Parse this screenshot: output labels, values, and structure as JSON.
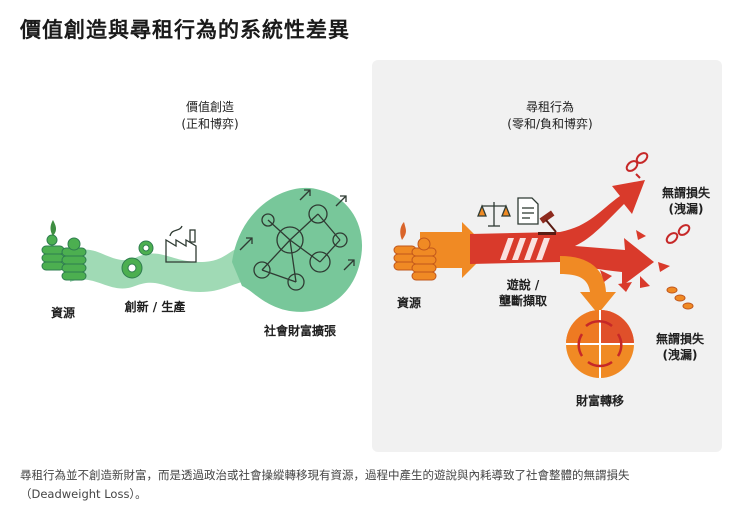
{
  "title": "價值創造與尋租行為的系統性差異",
  "left_panel": {
    "heading": "價值創造",
    "subheading": "(正和博弈)",
    "resources_label": "資源",
    "innovation_label": "創新 / 生產",
    "expansion_label": "社會財富擴張"
  },
  "right_panel": {
    "heading": "尋租行為",
    "subheading": "(零和/負和博弈)",
    "resources_label": "資源",
    "lobbying_label_line1": "遊說 /",
    "lobbying_label_line2": "壟斷擷取",
    "loss_top_line1": "無謂損失",
    "loss_top_line2": "(洩漏)",
    "loss_mid_line1": "無謂損失",
    "loss_mid_line2": "(洩漏)",
    "transfer_label": "財富轉移"
  },
  "caption_line1": "尋租行為並不創造新財富，而是透過政治或社會操縱轉移現有資源，過程中產生的遊說與內耗導致了社會整體的無謂損失",
  "caption_line2": "（Deadweight Loss）。",
  "colors": {
    "green": "#78c79a",
    "green_dark": "#2e7d4f",
    "orange": "#f08a24",
    "red": "#d93a2b",
    "panel_bg": "#f1f1f1"
  }
}
